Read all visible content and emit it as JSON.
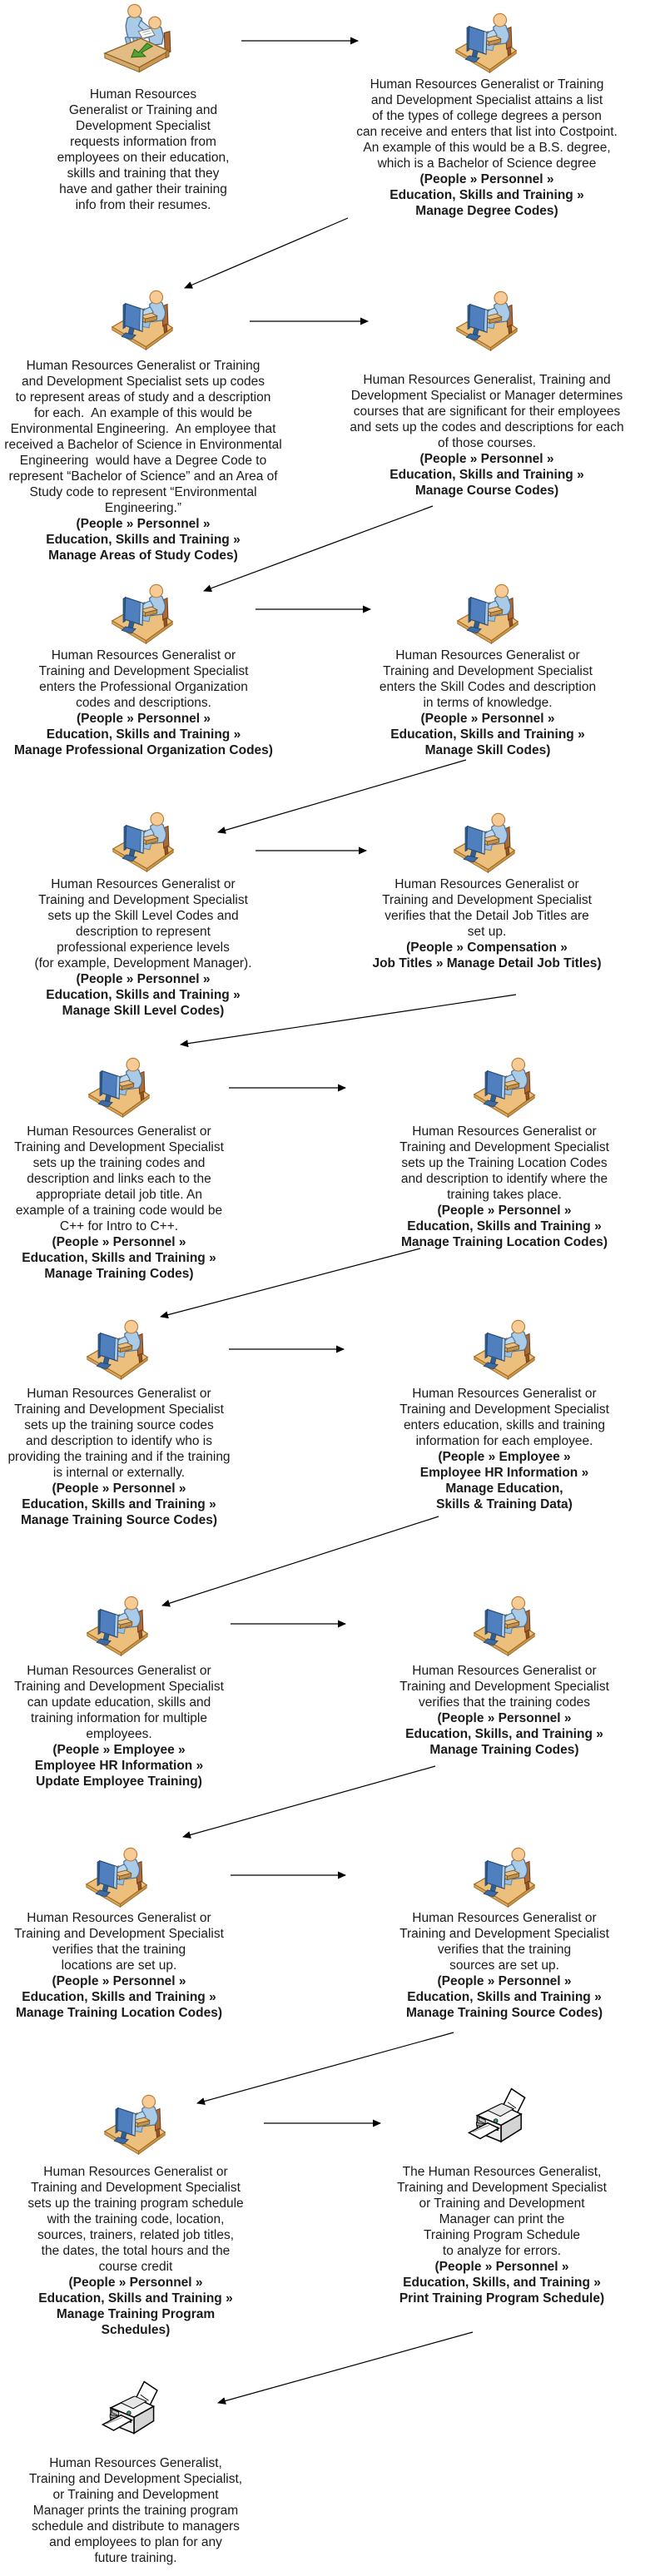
{
  "diagram_title": "",
  "colors": {
    "background": "#ffffff",
    "text": "#1a1a1a",
    "arrow_line": "#000000",
    "person_fill": "#a9cbe7",
    "desk_fill": "#e9bd7d",
    "monitor_fill": "#4f7fbe",
    "green_arrow": "#52a332",
    "printer_fill": "#ebebeb"
  },
  "steps": [
    {
      "icon": "two-people-meeting",
      "description_lines": [
        "Human Resources",
        "Generalist or Training and",
        "Development Specialist",
        "requests information from",
        "employees on their education,",
        "skills and training that they",
        "have and gather their training",
        "info from their resumes."
      ],
      "navigation_lines": []
    },
    {
      "icon": "person-at-computer",
      "description_lines": [
        "Human Resources Generalist or Training",
        "and Development Specialist attains a list",
        "of the types of college degrees a person",
        "can receive and enters that list into Costpoint.",
        "An example of this would be a B.S. degree,",
        "which is a Bachelor of Science degree"
      ],
      "navigation_lines": [
        "(People » Personnel »",
        "Education, Skills and Training »",
        "Manage Degree Codes)"
      ]
    },
    {
      "icon": "person-at-computer",
      "description_lines": [
        "Human Resources Generalist or Training",
        "and Development Specialist sets up codes",
        "to represent areas of study and a description",
        "for each.  An example of this would be",
        "Environmental Engineering.  An employee that",
        "received a Bachelor of Science in Environmental",
        "Engineering  would have a Degree Code to",
        "represent “Bachelor of Science” and an Area of",
        "Study code to represent “Environmental",
        "Engineering.”"
      ],
      "navigation_lines": [
        "(People » Personnel »",
        "Education, Skills and Training »",
        "Manage Areas of Study Codes)"
      ]
    },
    {
      "icon": "person-at-computer",
      "description_lines": [
        "Human Resources Generalist, Training and",
        "Development Specialist or Manager determines",
        "courses that are significant for their employees",
        "and sets up the codes and descriptions for each",
        "of those courses."
      ],
      "navigation_lines": [
        "(People » Personnel »",
        "Education, Skills and Training »",
        "Manage Course Codes)"
      ]
    },
    {
      "icon": "person-at-computer",
      "description_lines": [
        "Human Resources Generalist or",
        "Training and Development Specialist",
        "enters the Professional Organization",
        "codes and descriptions."
      ],
      "navigation_lines": [
        "(People » Personnel »",
        "Education, Skills and Training »",
        "Manage Professional Organization Codes)"
      ]
    },
    {
      "icon": "person-at-computer",
      "description_lines": [
        "Human Resources Generalist or",
        "Training and Development Specialist",
        "enters the Skill Codes and description",
        "in terms of knowledge."
      ],
      "navigation_lines": [
        "(People » Personnel »",
        "Education, Skills and Training »",
        "Manage Skill Codes)"
      ]
    },
    {
      "icon": "person-at-computer",
      "description_lines": [
        "Human Resources Generalist or",
        "Training and Development Specialist",
        "sets up the Skill Level Codes and",
        "description to represent",
        "professional experience levels",
        "(for example, Development Manager)."
      ],
      "navigation_lines": [
        "(People » Personnel »",
        "Education, Skills and Training »",
        "Manage Skill Level Codes)"
      ]
    },
    {
      "icon": "person-at-computer",
      "description_lines": [
        "Human Resources Generalist or",
        "Training and Development Specialist",
        "verifies that the Detail Job Titles are",
        "set up."
      ],
      "navigation_lines": [
        "(People » Compensation »",
        "Job Titles » Manage Detail Job Titles)"
      ]
    },
    {
      "icon": "person-at-computer",
      "description_lines": [
        "Human Resources Generalist or",
        "Training and Development Specialist",
        "sets up the training codes and",
        "description and links each to the",
        "appropriate detail job title. An",
        "example of a training code would be",
        "C++ for Intro to C++."
      ],
      "navigation_lines": [
        "(People » Personnel »",
        "Education, Skills and Training »",
        "Manage Training Codes)"
      ]
    },
    {
      "icon": "person-at-computer",
      "description_lines": [
        "Human Resources Generalist or",
        "Training and Development Specialist",
        "sets up the Training Location Codes",
        "and description to identify where the",
        "training takes place."
      ],
      "navigation_lines": [
        "(People » Personnel »",
        "Education, Skills and Training »",
        "Manage Training Location Codes)"
      ]
    },
    {
      "icon": "person-at-computer",
      "description_lines": [
        "Human Resources Generalist or",
        "Training and Development Specialist",
        "sets up the training source codes",
        "and description to identify who is",
        "providing the training and if the training",
        "is internal or externally."
      ],
      "navigation_lines": [
        "(People » Personnel »",
        "Education, Skills and Training »",
        "Manage Training Source Codes)"
      ]
    },
    {
      "icon": "person-at-computer",
      "description_lines": [
        "Human Resources Generalist or",
        "Training and Development Specialist",
        "enters education, skills and training",
        "information for each employee."
      ],
      "navigation_lines": [
        "(People » Employee »",
        "Employee HR Information »",
        "Manage Education,",
        "Skills & Training Data)"
      ]
    },
    {
      "icon": "person-at-computer",
      "description_lines": [
        "Human Resources Generalist or",
        "Training and Development Specialist",
        "can update education, skills and",
        "training information for multiple",
        "employees."
      ],
      "navigation_lines": [
        "(People » Employee »",
        "Employee HR Information »",
        "Update Employee Training)"
      ]
    },
    {
      "icon": "person-at-computer",
      "description_lines": [
        "Human Resources Generalist or",
        "Training and Development Specialist",
        "verifies that the training codes"
      ],
      "navigation_lines": [
        "(People » Personnel »",
        "Education, Skills, and Training »",
        "Manage Training Codes)"
      ]
    },
    {
      "icon": "person-at-computer",
      "description_lines": [
        "Human Resources Generalist or",
        "Training and Development Specialist",
        "verifies that the training",
        "locations are set up."
      ],
      "navigation_lines": [
        "(People » Personnel »",
        "Education, Skills and Training »",
        "Manage Training Location Codes)"
      ]
    },
    {
      "icon": "person-at-computer",
      "description_lines": [
        "Human Resources Generalist or",
        "Training and Development Specialist",
        "verifies that the training",
        "sources are set up."
      ],
      "navigation_lines": [
        "(People » Personnel »",
        "Education, Skills and Training »",
        "Manage Training Source Codes)"
      ]
    },
    {
      "icon": "person-at-computer",
      "description_lines": [
        "Human Resources Generalist or",
        "Training and Development Specialist",
        "sets up the training program schedule",
        "with the training code, location,",
        "sources, trainers, related job titles,",
        "the dates, the total hours and the",
        "course credit"
      ],
      "navigation_lines": [
        "(People » Personnel »",
        "Education, Skills and Training »",
        "Manage Training Program",
        "Schedules)"
      ]
    },
    {
      "icon": "printer",
      "description_lines": [
        "The Human Resources Generalist,",
        "Training and Development Specialist",
        "or Training and Development",
        "Manager can print the",
        "Training Program Schedule",
        "to analyze for errors."
      ],
      "navigation_lines": [
        "(People » Personnel »",
        "Education, Skills, and Training »",
        "Print Training Program Schedule)"
      ]
    },
    {
      "icon": "printer",
      "description_lines": [
        "Human Resources Generalist,",
        "Training and Development Specialist,",
        "or Training and Development",
        "Manager prints the training program",
        "schedule and distribute to managers",
        "and employees to plan for any",
        "future training."
      ],
      "navigation_lines": []
    }
  ]
}
